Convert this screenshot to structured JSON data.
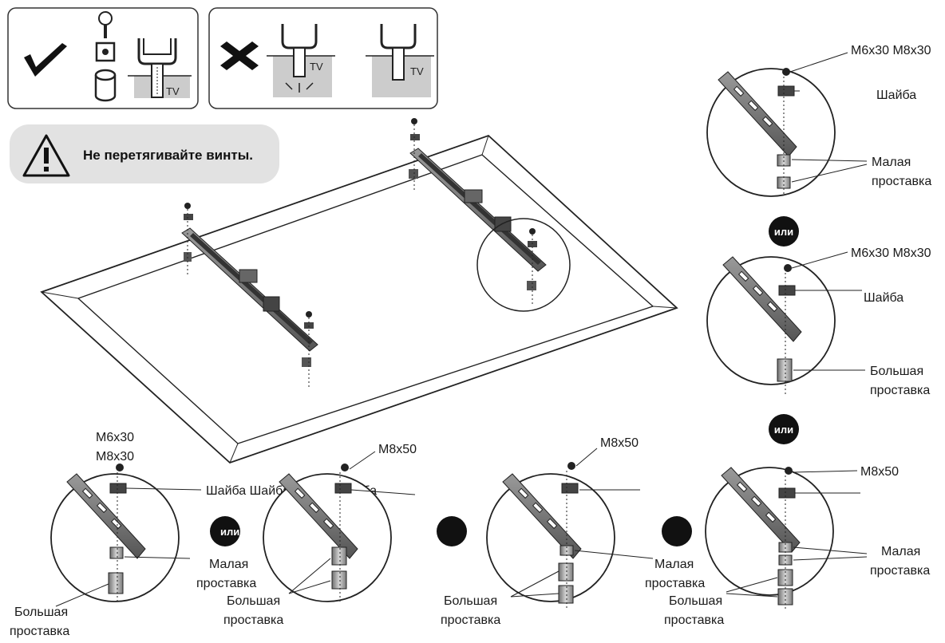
{
  "warning": {
    "text": "Не перетягивайте винты."
  },
  "tv_label": "TV",
  "or_label": "или",
  "or_triple": "или или или",
  "right_panel": {
    "top": {
      "screw": "M6x30 M8x30",
      "washer": "Шайба",
      "spacer": [
        "Малая",
        "проставка"
      ]
    },
    "middle": {
      "screw": "M6x30 M8x30",
      "washer": "Шайба",
      "spacer": [
        "Большая",
        "проставка"
      ]
    },
    "bottom": {
      "screw": "M8x50",
      "spacer": [
        "Малая",
        "проставка"
      ],
      "spacer2": [
        "Большая",
        "проставка"
      ]
    }
  },
  "bottom_panel": {
    "c1": {
      "screw": [
        "M6x30",
        "M8x30"
      ],
      "washers": "Шайба Шайба Шайба Шайба",
      "small": [
        "Малая",
        "проставка"
      ],
      "large": [
        "Большая",
        "проставка"
      ]
    },
    "c2": {
      "screw": "M8x50",
      "large": [
        "Большая",
        "проставка"
      ]
    },
    "c3": {
      "screw": "M8x50",
      "small": [
        "Малая",
        "проставка"
      ],
      "large": [
        "Большая",
        "проставка"
      ]
    }
  }
}
